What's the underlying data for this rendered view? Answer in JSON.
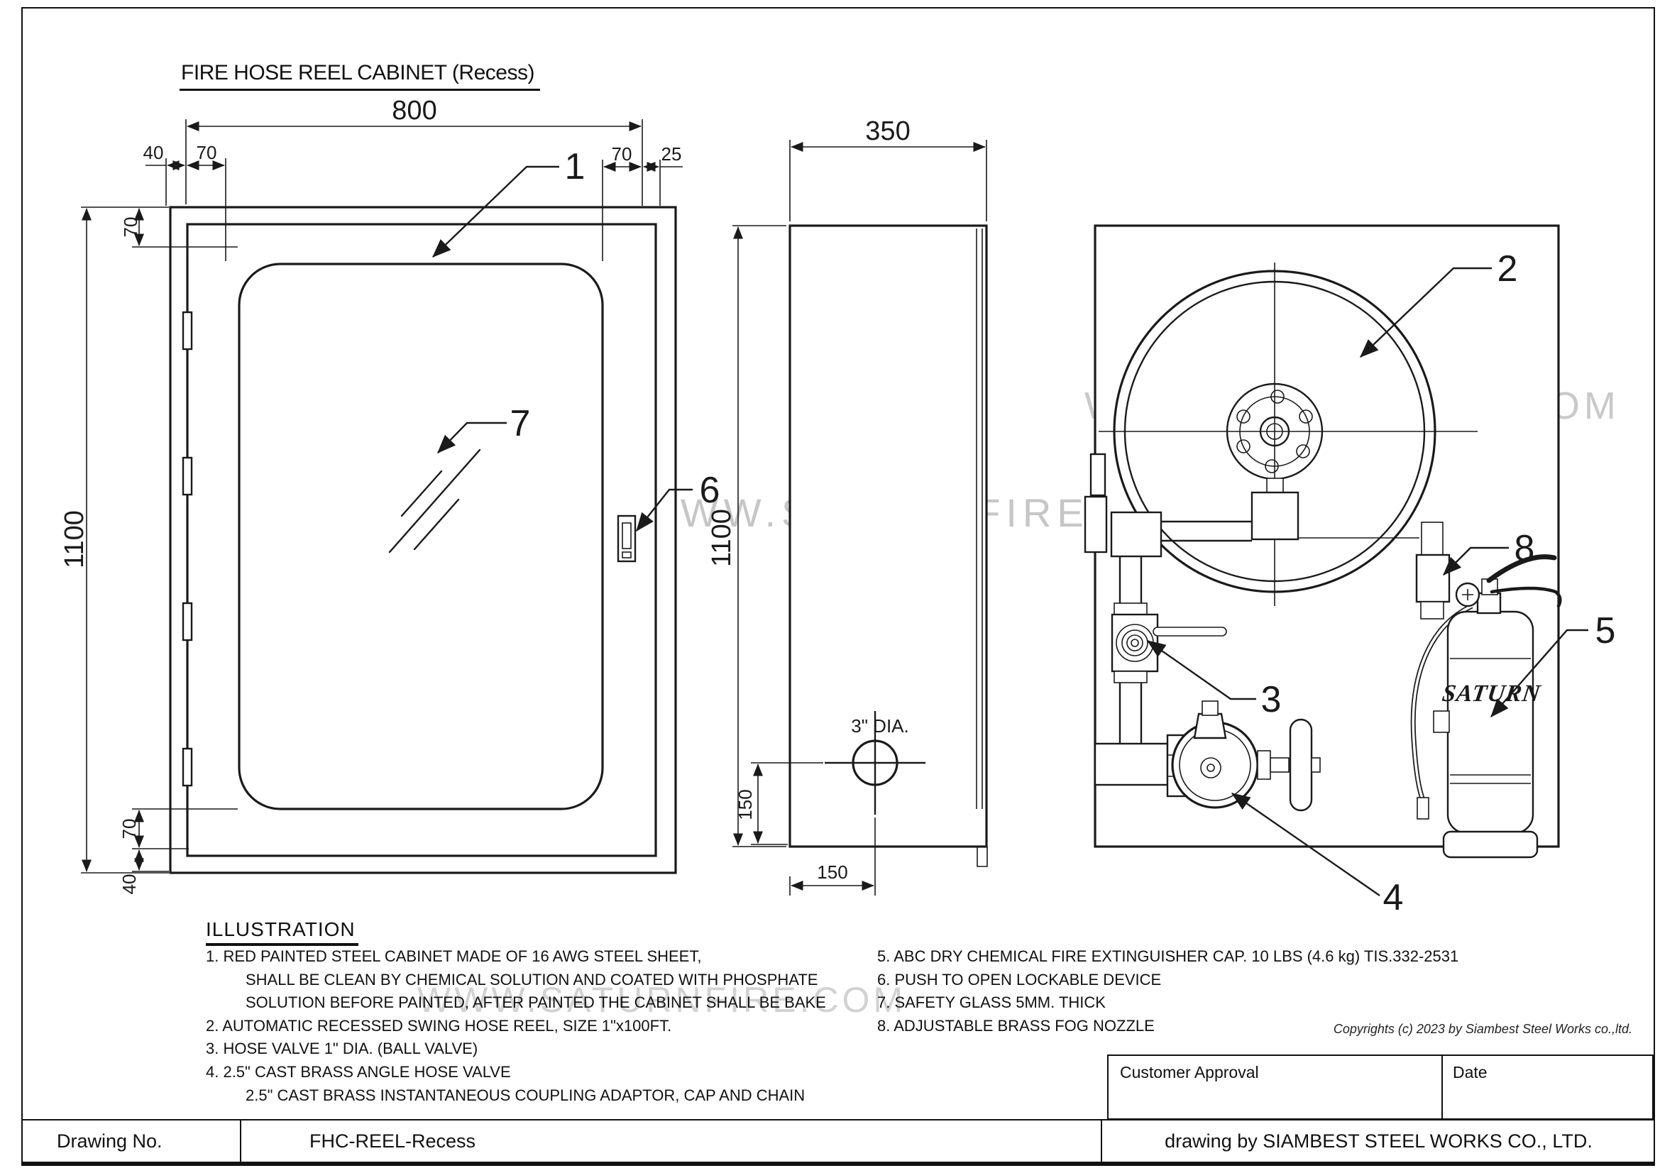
{
  "page_title": "FIRE HOSE REEL CABINET (Recess)",
  "watermark": "WWW.SATURNFIRE.COM",
  "dims": {
    "width_800": "800",
    "offset_40": "40",
    "inset_70": "70",
    "offset_25": "25",
    "height_1100": "1100",
    "depth_350": "350",
    "offset_150": "150",
    "hole_label": "3\" DIA."
  },
  "callouts": {
    "door": "1",
    "reel": "2",
    "hose_valve": "3",
    "angle_valve": "4",
    "extinguisher": "5",
    "lock": "6",
    "glass": "7",
    "nozzle": "8"
  },
  "interior": {
    "brand": "SATURN"
  },
  "notes": {
    "heading": "ILLUSTRATION",
    "left": [
      "1. RED PAINTED STEEL CABINET MADE OF 16 AWG STEEL SHEET,",
      "SHALL BE CLEAN BY CHEMICAL SOLUTION AND COATED WITH PHOSPHATE",
      "SOLUTION BEFORE PAINTED, AFTER PAINTED THE CABINET SHALL BE BAKE",
      "2. AUTOMATIC RECESSED SWING HOSE REEL, SIZE 1\"x100FT.",
      "3. HOSE VALVE 1\" DIA. (BALL VALVE)",
      "4. 2.5\" CAST BRASS ANGLE HOSE VALVE",
      "2.5\" CAST BRASS INSTANTANEOUS COUPLING ADAPTOR, CAP AND CHAIN"
    ],
    "right": [
      "5. ABC DRY CHEMICAL FIRE EXTINGUISHER CAP. 10 LBS  (4.6 kg) TIS.332-2531",
      "6. PUSH TO OPEN LOCKABLE DEVICE",
      "7. SAFETY GLASS 5MM. THICK",
      "8. ADJUSTABLE BRASS FOG NOZZLE"
    ]
  },
  "copyright": "Copyrights (c) 2023 by Siambest Steel Works co.,ltd.",
  "approval": {
    "customer_label": "Customer Approval",
    "date_label": "Date"
  },
  "title_block": {
    "drawing_no_label": "Drawing No.",
    "drawing_no": "FHC-REEL-Recess",
    "credit": "drawing by SIAMBEST STEEL WORKS CO., LTD."
  }
}
